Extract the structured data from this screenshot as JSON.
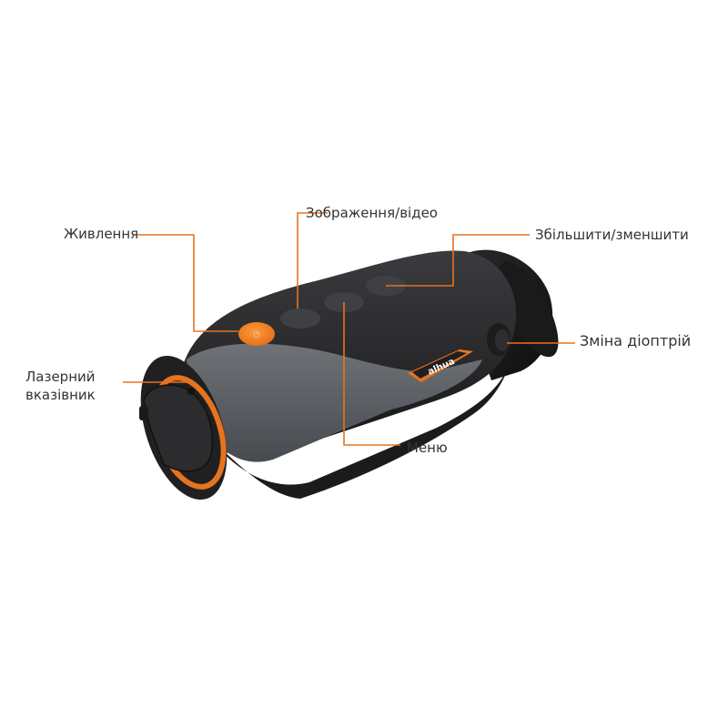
{
  "labels": {
    "power": "Живлення",
    "image_video": "Зображення/відео",
    "zoom": "Збільшити/зменшити",
    "diopter": "Зміна діоптрій",
    "laser_line1": "Лазерний",
    "laser_line2": "вказівник",
    "menu": "Меню"
  },
  "brand": "alhua",
  "colors": {
    "accent": "#e8731e",
    "body_dark": "#2b2b2d",
    "body_grey": "#5d6165",
    "label_text": "#333333"
  }
}
